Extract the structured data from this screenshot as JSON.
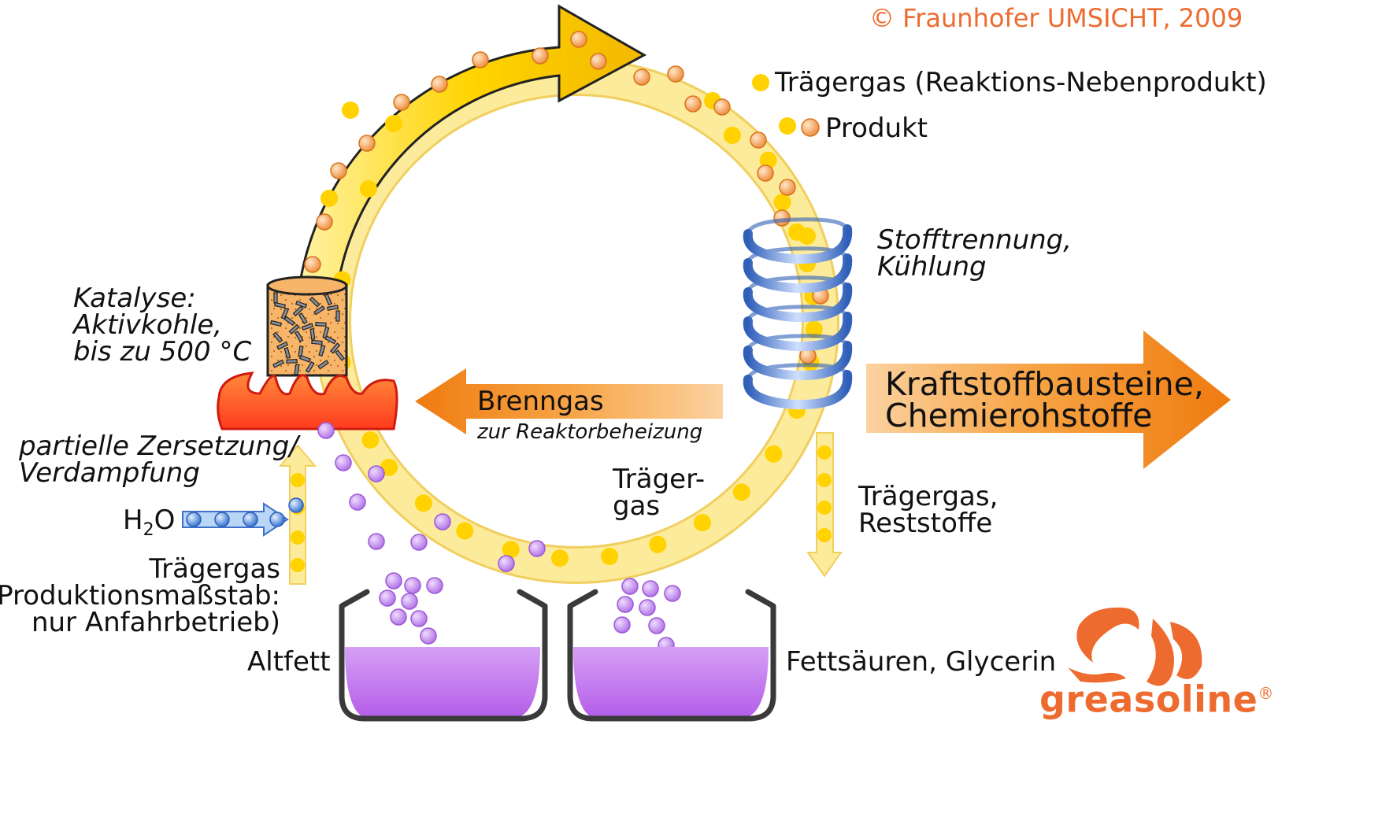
{
  "copyright": "© Fraunhofer UMSICHT, 2009",
  "legend": {
    "carrier_gas": "Trägergas (Reaktions-Nebenprodukt)",
    "product": "Produkt"
  },
  "labels": {
    "catalysis": [
      "Katalyse:",
      "Aktivkohle,",
      "bis zu 500 °C"
    ],
    "separation": [
      "Stofftrennung,",
      "Kühlung"
    ],
    "fuel": [
      "Kraftstoffbausteine,",
      "Chemierohstoffe"
    ],
    "burn_gas": "Brenngas",
    "burn_gas_sub": "zur Reaktorbeheizung",
    "carrier_gas_loop": [
      "Träger-",
      "gas"
    ],
    "carrier_residues": [
      "Trägergas,",
      "Reststoffe"
    ],
    "decomposition": [
      "partielle Zersetzung/",
      "Verdampfung"
    ],
    "water_main": "H",
    "water_sub": "2",
    "water_tail": "O",
    "carrier_gas_start": [
      "Trägergas",
      "(Produktionsmaßstab:",
      "nur Anfahrbetrieb)"
    ],
    "waste_fat": "Altfett",
    "fatty_acids": "Fettsäuren, Glycerin"
  },
  "brand": {
    "name": "greasoline",
    "mark": "®"
  },
  "colors": {
    "loop_fill": "#fdeb9c",
    "loop_stroke": "#f0cf5f",
    "carrier_dot": "#ffd200",
    "product_dot": "#f7a050",
    "arrow_yellow": "#ffd200",
    "arrow_orange": "#f28a1e",
    "coil_blue": "#3d70c8",
    "flame_red": "#e8321e",
    "fat_purple": "#c276ec",
    "brand_orange": "#ee6b2f"
  }
}
